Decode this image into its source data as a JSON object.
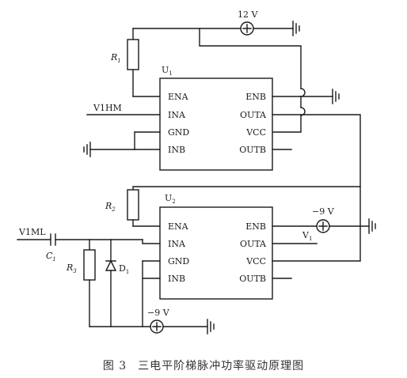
{
  "caption": {
    "number": "图 3",
    "text": "三电平阶梯脉冲功率驱动原理图"
  },
  "supplies": {
    "top": "12  V",
    "u2_right": "−9  V",
    "bottom": "−9  V"
  },
  "inputs": {
    "high": "V1HM",
    "low": "V1ML"
  },
  "output": {
    "label": "V",
    "sub": "1"
  },
  "components": {
    "r1": {
      "label": "R",
      "sub": "1"
    },
    "r2": {
      "label": "R",
      "sub": "2"
    },
    "r3": {
      "label": "R",
      "sub": "3"
    },
    "c1": {
      "label": "C",
      "sub": "1"
    },
    "d1": {
      "label": "D",
      "sub": "1"
    }
  },
  "u1": {
    "label": "U",
    "sub": "1",
    "left_pins": [
      "ENA",
      "INA",
      "GND",
      "INB"
    ],
    "right_pins": [
      "ENB",
      "OUTA",
      "VCC",
      "OUTB"
    ]
  },
  "u2": {
    "label": "U",
    "sub": "2",
    "left_pins": [
      "ENA",
      "INA",
      "GND",
      "INB"
    ],
    "right_pins": [
      "ENB",
      "OUTA",
      "VCC",
      "OUTB"
    ]
  }
}
